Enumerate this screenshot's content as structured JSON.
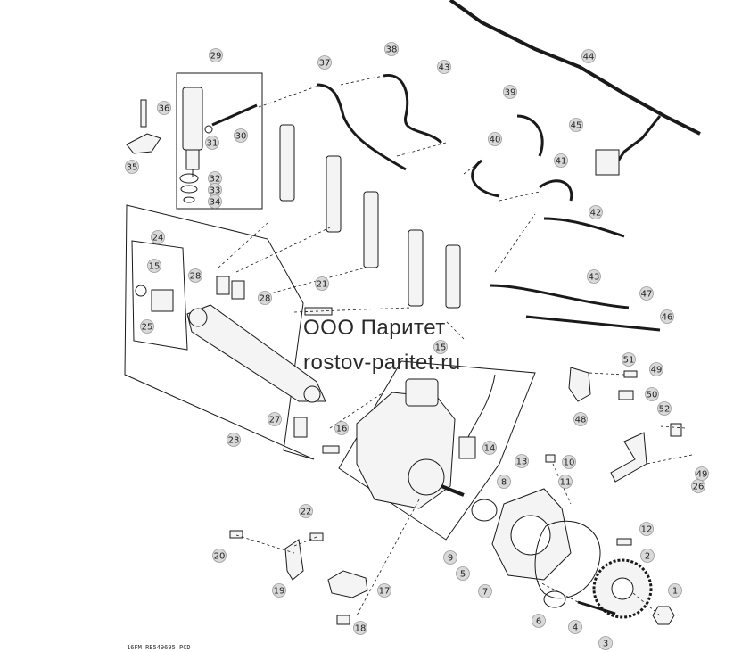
{
  "watermark": {
    "company": "ООО Паритет",
    "website": "rostov-paritet.ru"
  },
  "footer_code": "16FM RE549695 PCD",
  "callouts": [
    "1",
    "2",
    "3",
    "4",
    "5",
    "6",
    "7",
    "8",
    "9",
    "10",
    "11",
    "12",
    "13",
    "14",
    "15",
    "15",
    "16",
    "17",
    "18",
    "19",
    "20",
    "21",
    "22",
    "23",
    "24",
    "25",
    "26",
    "27",
    "28",
    "28",
    "29",
    "30",
    "31",
    "32",
    "33",
    "34",
    "35",
    "36",
    "37",
    "38",
    "39",
    "40",
    "41",
    "42",
    "43",
    "43",
    "44",
    "45",
    "46",
    "47",
    "48",
    "49",
    "49",
    "50",
    "51",
    "52"
  ],
  "colors": {
    "line": "#1a1a1a",
    "callout_fill": "#d9d9d9",
    "callout_stroke": "#9a9a9a",
    "part_fill": "#f4f4f4"
  }
}
